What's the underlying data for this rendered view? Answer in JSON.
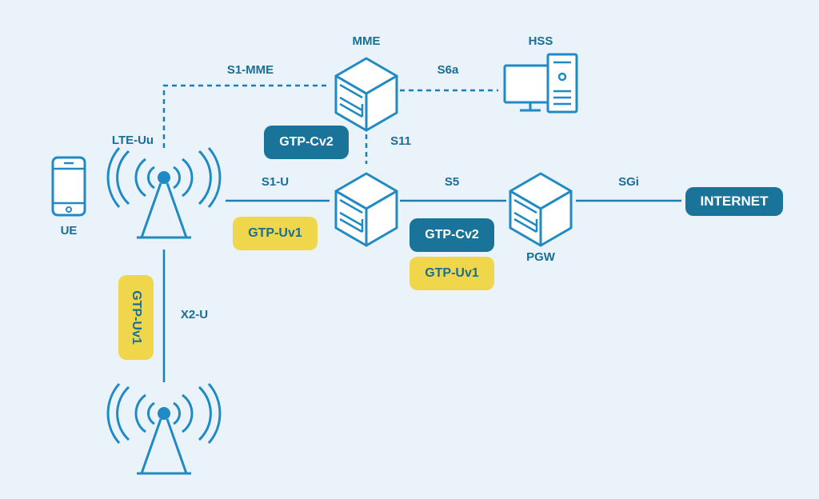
{
  "nodes": {
    "ue": "UE",
    "mme": "MME",
    "hss": "HSS",
    "pgw": "PGW",
    "internet": "INTERNET"
  },
  "interfaces": {
    "lte_uu": "LTE-Uu",
    "s1_mme": "S1-MME",
    "s6a": "S6a",
    "s11": "S11",
    "s1_u": "S1-U",
    "s5": "S5",
    "sgi": "SGi",
    "x2_u": "X2-U"
  },
  "protocols": {
    "gtp_c_mme": "GTP-Cv2",
    "gtp_u_s1": "GTP-Uv1",
    "gtp_c_s5": "GTP-Cv2",
    "gtp_u_s5": "GTP-Uv1",
    "gtp_u_x2": "GTP-Uv1"
  },
  "colors": {
    "background": "#e9f3f9",
    "line": "#1a7fb5",
    "icon": "#1f8ac4",
    "blue_pill": "#1a7399",
    "yellow_pill": "#f0d64a",
    "text": "#1a6e95"
  }
}
